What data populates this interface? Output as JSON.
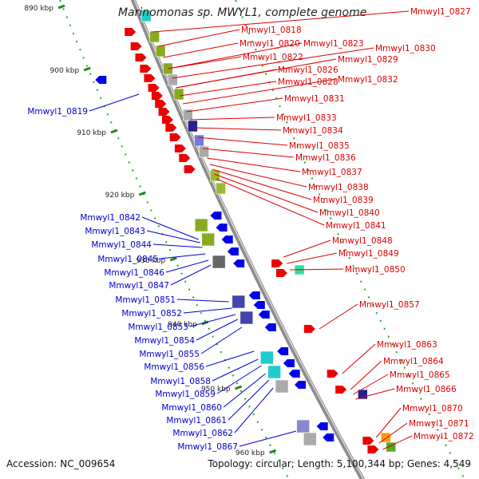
{
  "title": "Marinomonas sp. MWYL1, complete genome",
  "accession": "Accession: NC_009654",
  "topology": "Topology: circular; Length: 5,100,344 bp; Genes: 4,549",
  "colors": {
    "backbone": "#8c8c8c",
    "forward_label": "#dd0000",
    "reverse_label": "#0000cc",
    "forward_gene": "#ee0000",
    "reverse_gene": "#0000ee",
    "tick": "#228822",
    "tick_minor": "#22aa22"
  },
  "ticks": [
    "890 kbp",
    "900 kbp",
    "910 kbp",
    "920 kbp",
    "930 kbp",
    "940 kbp",
    "950 kbp",
    "960 kbp"
  ],
  "forward_genes": [
    "Mmwyl1_0818",
    "Mmwyl1_0820",
    "Mmwyl1_0822",
    "Mmwyl1_0823",
    "Mmwyl1_0826",
    "Mmwyl1_0827",
    "Mmwyl1_0828",
    "Mmwyl1_0829",
    "Mmwyl1_0830",
    "Mmwyl1_0831",
    "Mmwyl1_0832",
    "Mmwyl1_0833",
    "Mmwyl1_0834",
    "Mmwyl1_0835",
    "Mmwyl1_0836",
    "Mmwyl1_0837",
    "Mmwyl1_0838",
    "Mmwyl1_0839",
    "Mmwyl1_0840",
    "Mmwyl1_0841",
    "Mmwyl1_0848",
    "Mmwyl1_0849",
    "Mmwyl1_0850",
    "Mmwyl1_0857",
    "Mmwyl1_0863",
    "Mmwyl1_0864",
    "Mmwyl1_0865",
    "Mmwyl1_0866",
    "Mmwyl1_0870",
    "Mmwyl1_0871",
    "Mmwyl1_0872"
  ],
  "reverse_genes": [
    "Mmwyl1_0819",
    "Mmwyl1_0842",
    "Mmwyl1_0843",
    "Mmwyl1_0844",
    "Mmwyl1_0845",
    "Mmwyl1_0846",
    "Mmwyl1_0847",
    "Mmwyl1_0851",
    "Mmwyl1_0852",
    "Mmwyl1_0853",
    "Mmwyl1_0854",
    "Mmwyl1_0855",
    "Mmwyl1_0856",
    "Mmwyl1_0858",
    "Mmwyl1_0859",
    "Mmwyl1_0860",
    "Mmwyl1_0861",
    "Mmwyl1_0862",
    "Mmwyl1_0867"
  ]
}
